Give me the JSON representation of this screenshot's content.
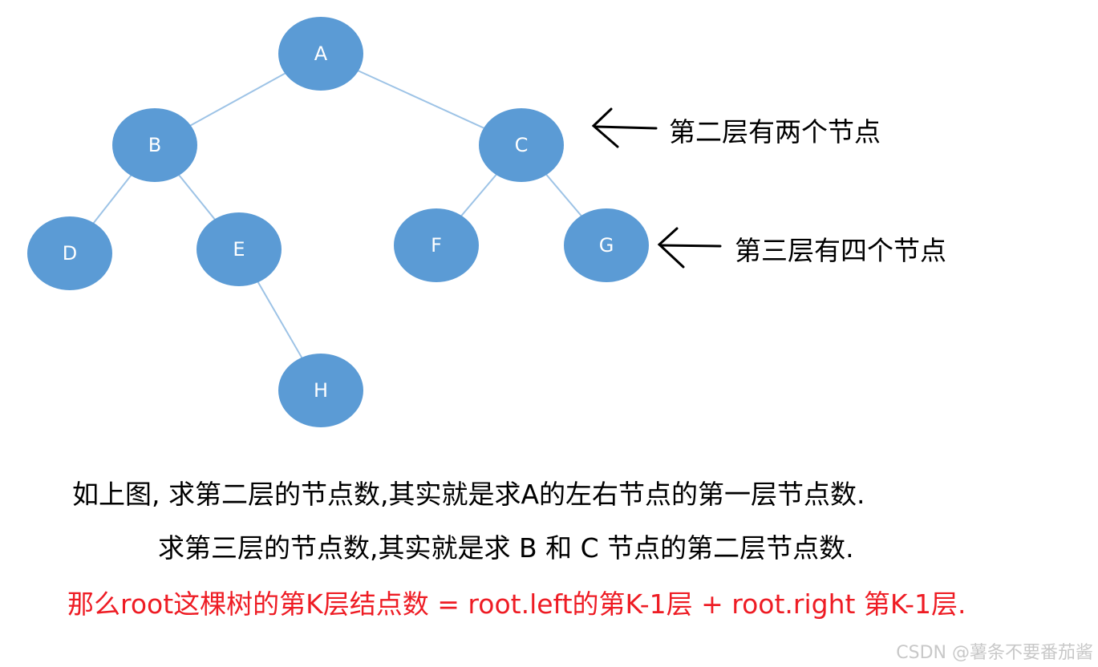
{
  "tree": {
    "nodes": [
      "A",
      "B",
      "C",
      "D",
      "E",
      "F",
      "G",
      "H"
    ],
    "edges": [
      [
        "A",
        "B"
      ],
      [
        "A",
        "C"
      ],
      [
        "B",
        "D"
      ],
      [
        "B",
        "E"
      ],
      [
        "C",
        "F"
      ],
      [
        "C",
        "G"
      ],
      [
        "E",
        "H"
      ]
    ]
  },
  "annotations": {
    "level2": "第二层有两个节点",
    "level3": "第三层有四个节点"
  },
  "captions": {
    "line1": "如上图, 求第二层的节点数,其实就是求A的左右节点的第一层节点数.",
    "line2": "求第三层的节点数,其实就是求 B 和 C 节点的第二层节点数.",
    "line3": "那么root这棵树的第K层结点数 = root.left的第K-1层 + root.right 第K-1层."
  },
  "watermark": "CSDN @薯条不要番茄酱",
  "colors": {
    "node_fill": "#5b9bd5",
    "edge": "#9dc3e6",
    "highlight_text": "#ee1c24"
  }
}
